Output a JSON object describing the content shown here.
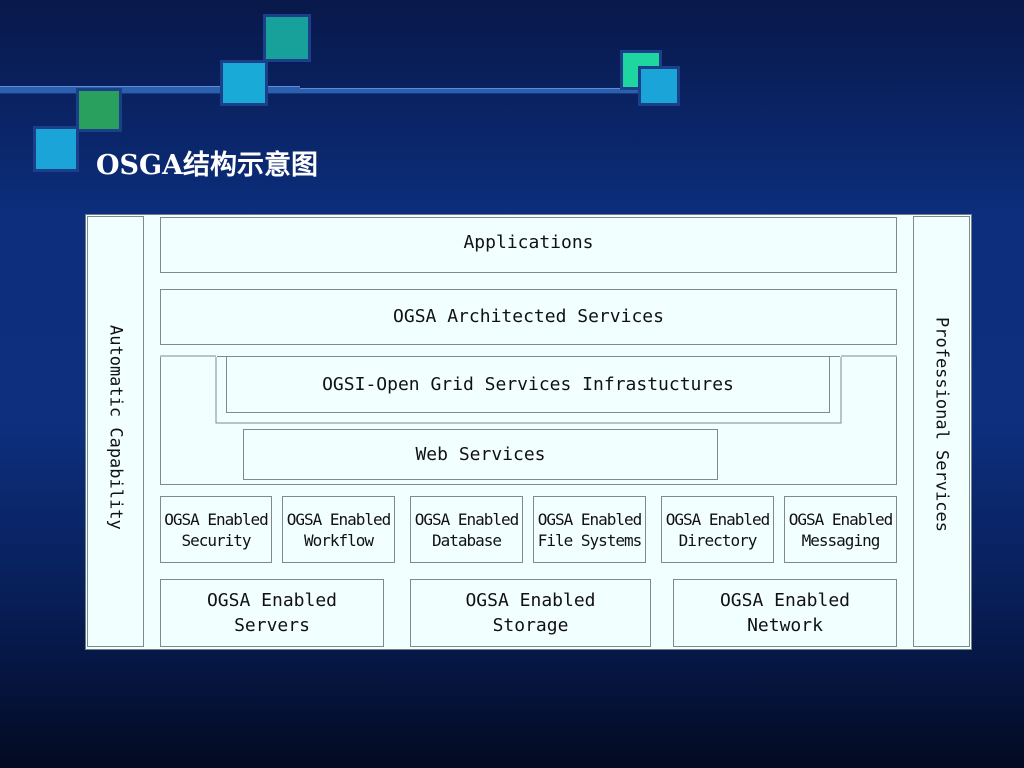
{
  "slide": {
    "title": "OSGA结构示意图",
    "colors": {
      "background": "#0c2e7c",
      "panel": "#f2ffff",
      "accent_squares": [
        "#1a9aa0",
        "#1aa8d6",
        "#2aa060",
        "#1ccf9a"
      ]
    }
  },
  "diagram": {
    "side_left": "Automatic Capability",
    "side_right": "Professional Services",
    "applications": "Applications",
    "architected_services": "OGSA Architected Services",
    "ogsi": "OGSI-Open Grid Services Infrastuctures",
    "web_services": "Web Services",
    "enabled_row": [
      "OGSA Enabled\nSecurity",
      "OGSA Enabled\nWorkflow",
      "OGSA Enabled\nDatabase",
      "OGSA Enabled\nFile Systems",
      "OGSA Enabled\nDirectory",
      "OGSA Enabled\nMessaging"
    ],
    "resources_row": [
      "OGSA Enabled\nServers",
      "OGSA Enabled\nStorage",
      "OGSA Enabled\nNetwork"
    ]
  }
}
